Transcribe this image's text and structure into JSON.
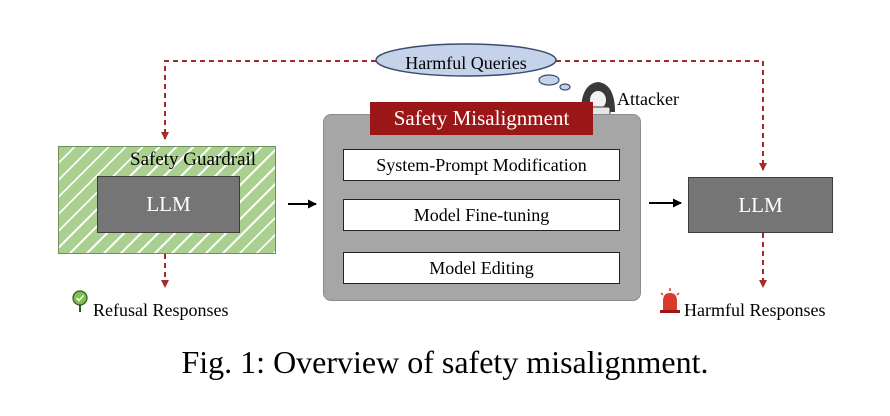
{
  "queries": {
    "label": "Harmful Queries"
  },
  "attacker": {
    "label": "Attacker"
  },
  "left": {
    "guardrail_label": "Safety Guardrail",
    "llm_label": "LLM",
    "output_label": "Refusal Responses"
  },
  "misalignment": {
    "title": "Safety Misalignment",
    "methods": [
      "System-Prompt Modification",
      "Model Fine-tuning",
      "Model Editing"
    ]
  },
  "right": {
    "llm_label": "LLM",
    "output_label": "Harmful Responses"
  },
  "caption": "Fig. 1: Overview of safety misalignment.",
  "colors": {
    "dashed_arrow": "#a52a2a",
    "misalignment_title_bg": "#9b1616",
    "guardrail_fill": "#a9d08e",
    "llm_box": "#757575",
    "panel_bg": "#a6a6a6",
    "queries_bubble": "#c5d3ea"
  },
  "icons": {
    "refusal": "check-pin-icon",
    "harmful": "alarm-icon",
    "attacker": "hacker-icon"
  }
}
